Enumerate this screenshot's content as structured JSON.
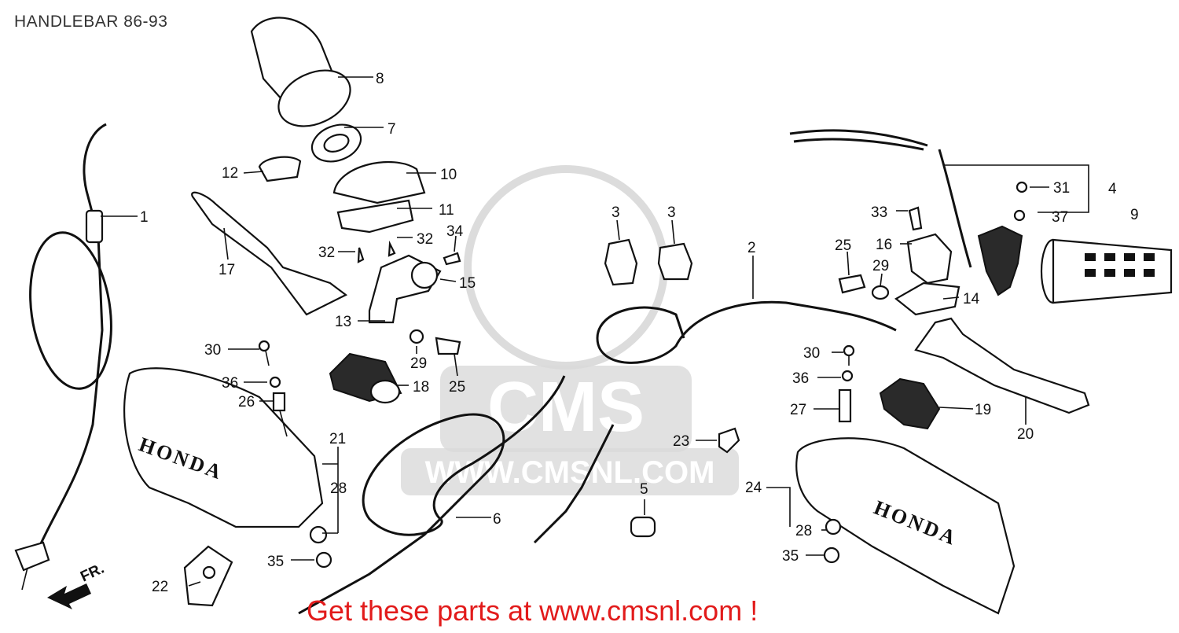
{
  "title": "HANDLEBAR 86-93",
  "watermark": {
    "text": "WWW.CMSNL.COM",
    "logo": "CMS"
  },
  "brand_marks": [
    "HONDA",
    "HONDA"
  ],
  "direction_mark": "FR.",
  "promo": "Get these parts at www.cmsnl.com !",
  "callouts": [
    "1",
    "2",
    "3",
    "3",
    "4",
    "5",
    "6",
    "7",
    "8",
    "9",
    "10",
    "11",
    "12",
    "13",
    "14",
    "15",
    "16",
    "17",
    "18",
    "19",
    "20",
    "21",
    "22",
    "23",
    "24",
    "25",
    "25",
    "26",
    "27",
    "28",
    "28",
    "29",
    "29",
    "30",
    "30",
    "31",
    "32",
    "32",
    "33",
    "34",
    "35",
    "35",
    "36",
    "36",
    "37"
  ],
  "colors": {
    "promo": "#e21b1b",
    "watermark": "#d9d9d9",
    "ink": "#111111"
  }
}
